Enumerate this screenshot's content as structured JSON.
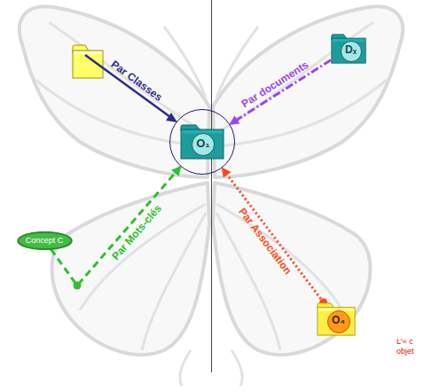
{
  "diagram": {
    "nodes": [
      {
        "text": [
          "Dₓ"
        ]
      },
      {
        "text": [
          "O₁"
        ]
      },
      {
        "text": [
          "Concept C"
        ]
      },
      {
        "text": [
          "O₄"
        ]
      }
    ],
    "edges": [
      {
        "from": 0,
        "to": 1,
        "arrow": "to",
        "label": "Par documents"
      },
      {
        "from": 2,
        "to": 1,
        "arrow": "to",
        "label": "Par Mots-clés"
      },
      {
        "from": 3,
        "to": 1,
        "arrow": "to",
        "label": "Par Association"
      }
    ],
    "labels": [
      "Par Classes",
      "L'« c objet"
    ]
  }
}
